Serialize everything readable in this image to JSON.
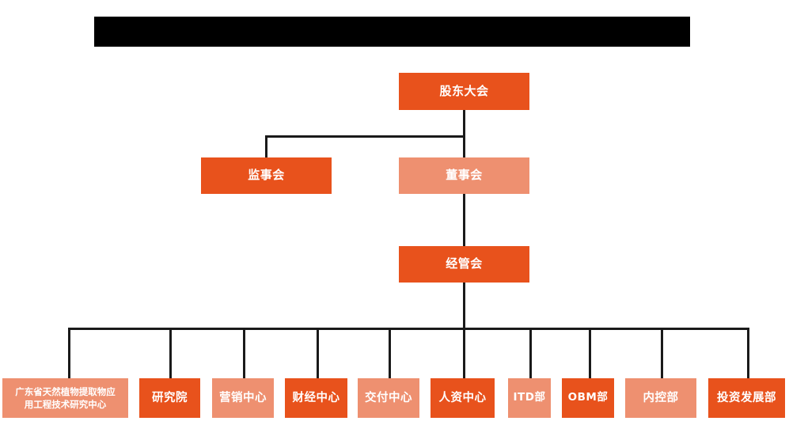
{
  "chart": {
    "kind": "organization-chart",
    "title_bar": {
      "label": "",
      "redacted": true,
      "color": "#000000"
    },
    "colors": {
      "background": "#ffffff",
      "node_dark": "#E8521C",
      "node_light": "#EE9070",
      "connector": "#1a1a1a",
      "node_text": "#ffffff"
    },
    "levels": [
      {
        "level": 1,
        "nodes": [
          {
            "id": "shareholders",
            "label": "股东大会",
            "shade": "dark"
          }
        ]
      },
      {
        "level": 2,
        "nodes": [
          {
            "id": "supervisors",
            "label": "监事会",
            "shade": "dark"
          },
          {
            "id": "directors",
            "label": "董事会",
            "shade": "light"
          }
        ]
      },
      {
        "level": 3,
        "nodes": [
          {
            "id": "management",
            "label": "经管会",
            "shade": "dark"
          }
        ]
      },
      {
        "level": 4,
        "nodes": [
          {
            "id": "rd-center",
            "label_line1": "广东省天然植物提取物应",
            "label_line2": "用工程技术研究中心",
            "shade": "light"
          },
          {
            "id": "institute",
            "label": "研究院",
            "shade": "dark"
          },
          {
            "id": "marketing",
            "label": "营销中心",
            "shade": "light"
          },
          {
            "id": "finance",
            "label": "财经中心",
            "shade": "dark"
          },
          {
            "id": "delivery",
            "label": "交付中心",
            "shade": "light"
          },
          {
            "id": "hr",
            "label": "人资中心",
            "shade": "dark"
          },
          {
            "id": "itd",
            "label": "ITD部",
            "shade": "light"
          },
          {
            "id": "obm",
            "label": "OBM部",
            "shade": "dark"
          },
          {
            "id": "internal-control",
            "label": "内控部",
            "shade": "light"
          },
          {
            "id": "investment",
            "label": "投资发展部",
            "shade": "dark"
          }
        ]
      }
    ]
  }
}
